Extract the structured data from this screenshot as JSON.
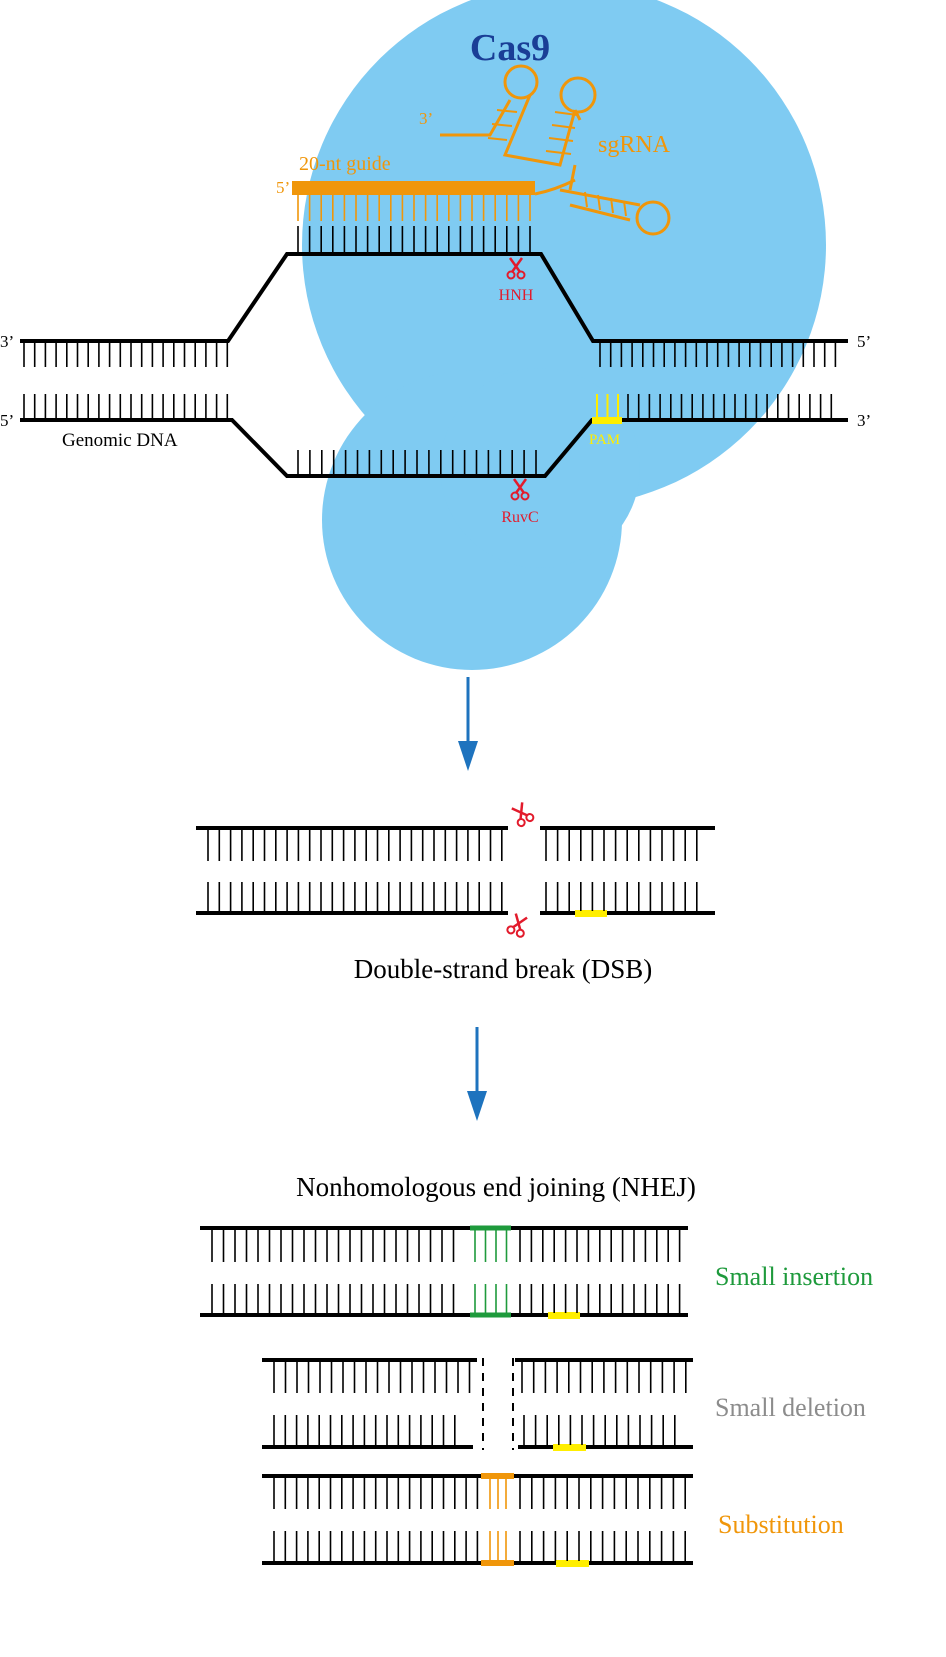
{
  "colors": {
    "cas9_body": "#7fcbf2",
    "cas9_text": "#1a3e96",
    "rna": "#f0960a",
    "dna": "#000000",
    "pam": "#ffee00",
    "scissors": "#e21b2c",
    "arrow": "#1e73be",
    "insertion": "#1e9a3c",
    "deletion": "#8c8c8c",
    "substitution": "#f0960a"
  },
  "top": {
    "cas9_label": "Cas9",
    "sgrna_label": "sgRNA",
    "guide_label": "20-nt guide",
    "guide_5prime": "5’",
    "sgrna_3prime": "3’",
    "hnh_label": "HNH",
    "ruvc_label": "RuvC",
    "pam_label": "PAM",
    "genomic_label": "Genomic DNA",
    "left_top_end": "3’",
    "left_bottom_end": "5’",
    "right_top_end": "5’",
    "right_bottom_end": "3’"
  },
  "dsb": {
    "label": "Double-strand break (DSB)"
  },
  "nhej": {
    "title": "Nonhomologous end joining (NHEJ)",
    "insertion_label": "Small insertion",
    "deletion_label": "Small deletion",
    "substitution_label": "Substitution"
  },
  "icons": [
    "scissors-icon",
    "down-arrow-icon"
  ]
}
